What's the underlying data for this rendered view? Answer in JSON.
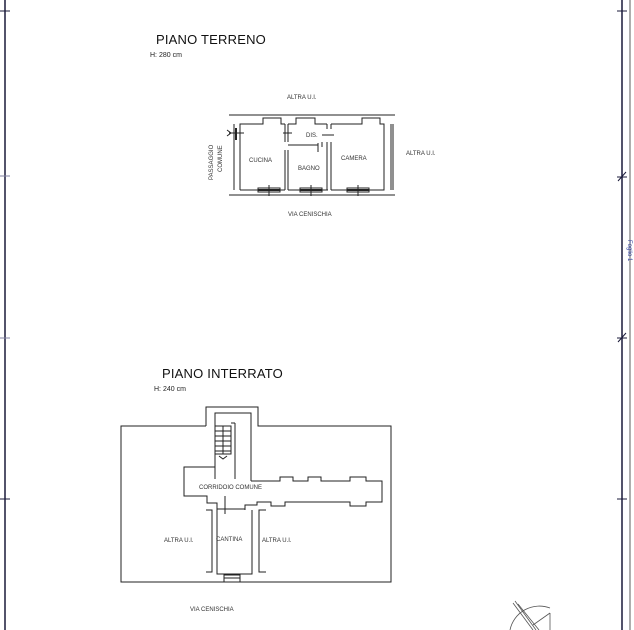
{
  "drawing": {
    "side_label": "Foglio 1",
    "colors": {
      "frame": "#1a1a3a",
      "walls": "#222222",
      "side_text": "#2a3a9a",
      "background": "#ffffff"
    }
  },
  "ground_floor": {
    "title": "PIANO TERRENO",
    "height": "H: 280 cm",
    "labels": {
      "top": "ALTRA U.I.",
      "right": "ALTRA U.I.",
      "left_line1": "PASSAGGIO",
      "left_line2": "COMUNE",
      "bottom": "VIA CENISCHIA",
      "rooms": {
        "kitchen": "CUCINA",
        "hall": "DIS.",
        "bathroom": "BAGNO",
        "bedroom": "CAMERA"
      }
    }
  },
  "basement": {
    "title": "PIANO INTERRATO",
    "height": "H: 240 cm",
    "labels": {
      "corridor": "CORRIDOIO COMUNE",
      "cellar": "CANTINA",
      "left": "ALTRA U.I.",
      "right": "ALTRA U.I.",
      "bottom": "VIA CENISCHIA"
    }
  }
}
